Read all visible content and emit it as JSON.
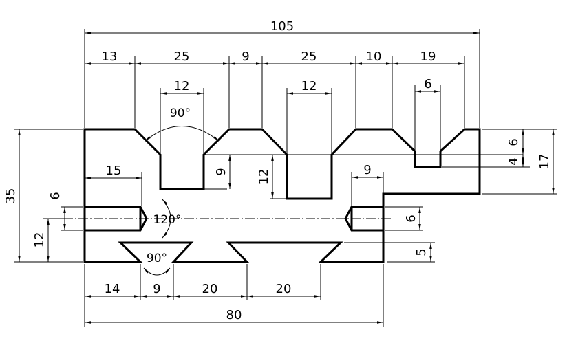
{
  "dimensions": {
    "overall_top": "105",
    "top_13": "13",
    "top_25_left": "25",
    "top_9": "9",
    "top_25_right": "25",
    "top_10": "10",
    "top_19": "19",
    "slot_12_left": "12",
    "slot_12_right": "12",
    "slot_6": "6",
    "slot_depth_9": "9",
    "slot_depth_12": "12",
    "hole_depth_15": "15",
    "hole_dia_left_6": "6",
    "height_35": "35",
    "height_12": "12",
    "right_6": "6",
    "right_4": "4",
    "right_17": "17",
    "right_hole_9": "9",
    "right_hole_dia_6": "6",
    "right_5": "5",
    "bottom_14": "14",
    "bottom_9": "9",
    "bottom_20_a": "20",
    "bottom_20_b": "20",
    "overall_bottom": "80"
  },
  "angles": {
    "top_vee": "90°",
    "drill_point": "120°",
    "bottom_dovetail": "90°"
  }
}
